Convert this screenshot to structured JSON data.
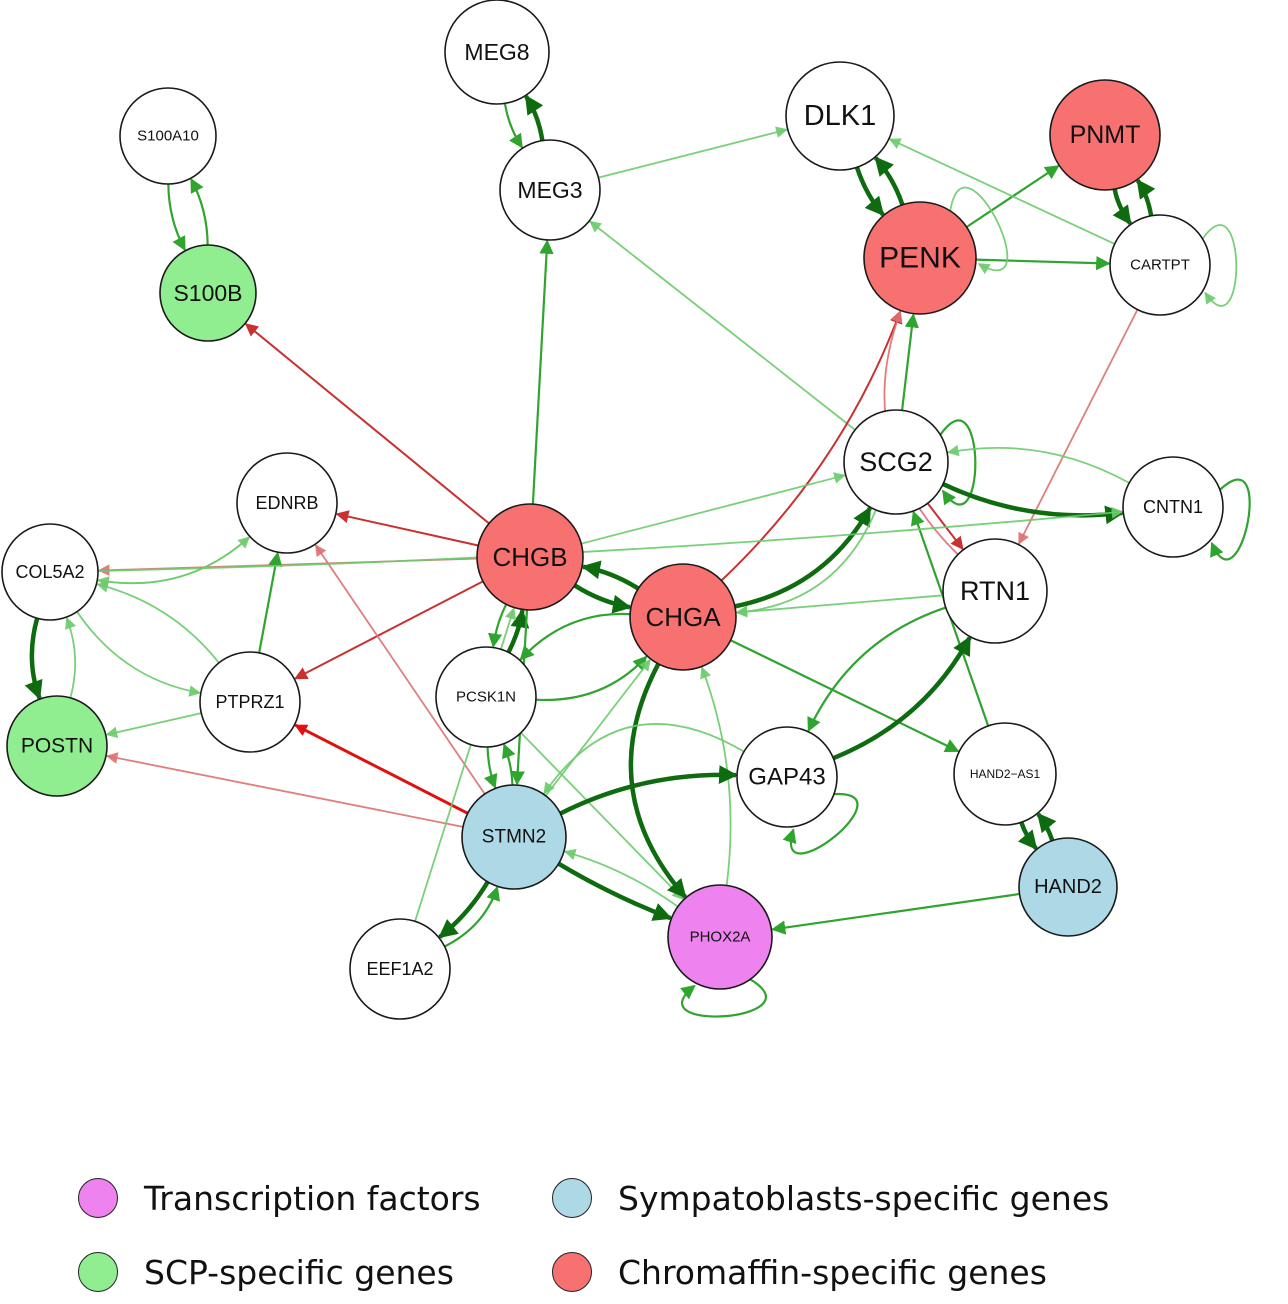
{
  "colors": {
    "transcription_factor": "#EE82EE",
    "sympatoblast": "#ADD8E6",
    "scp": "#90EE90",
    "chromaffin": "#F87171",
    "other": "#FFFFFF",
    "green_strong": "#0F6B0F",
    "green_mid": "#2FA42F",
    "green_light": "#6BCB6B",
    "red_strong": "#E01010",
    "red_mid": "#C93030",
    "red_light": "#DD7070"
  },
  "legend": [
    {
      "key": "transcription_factor",
      "label": "Transcription factors"
    },
    {
      "key": "sympatoblast",
      "label": "Sympatoblasts-specific genes"
    },
    {
      "key": "scp",
      "label": "SCP-specific genes"
    },
    {
      "key": "chromaffin",
      "label": "Chromaffin-specific genes"
    }
  ],
  "nodes": [
    {
      "id": "MEG8",
      "label": "MEG8",
      "group": "other"
    },
    {
      "id": "S100A10",
      "label": "S100A10",
      "group": "other"
    },
    {
      "id": "DLK1",
      "label": "DLK1",
      "group": "other"
    },
    {
      "id": "PNMT",
      "label": "PNMT",
      "group": "chromaffin"
    },
    {
      "id": "MEG3",
      "label": "MEG3",
      "group": "other"
    },
    {
      "id": "S100B",
      "label": "S100B",
      "group": "scp"
    },
    {
      "id": "PENK",
      "label": "PENK",
      "group": "chromaffin"
    },
    {
      "id": "CARTPT",
      "label": "CARTPT",
      "group": "other"
    },
    {
      "id": "SCG2",
      "label": "SCG2",
      "group": "other"
    },
    {
      "id": "EDNRB",
      "label": "EDNRB",
      "group": "other"
    },
    {
      "id": "CNTN1",
      "label": "CNTN1",
      "group": "other"
    },
    {
      "id": "COL5A2",
      "label": "COL5A2",
      "group": "other"
    },
    {
      "id": "CHGB",
      "label": "CHGB",
      "group": "chromaffin"
    },
    {
      "id": "CHGA",
      "label": "CHGA",
      "group": "chromaffin"
    },
    {
      "id": "RTN1",
      "label": "RTN1",
      "group": "other"
    },
    {
      "id": "PCSK1N",
      "label": "PCSK1N",
      "group": "other"
    },
    {
      "id": "PTPRZ1",
      "label": "PTPRZ1",
      "group": "other"
    },
    {
      "id": "POSTN",
      "label": "POSTN",
      "group": "scp"
    },
    {
      "id": "GAP43",
      "label": "GAP43",
      "group": "other"
    },
    {
      "id": "HAND2-AS1",
      "label": "HAND2−AS1",
      "group": "other"
    },
    {
      "id": "STMN2",
      "label": "STMN2",
      "group": "sympatoblast"
    },
    {
      "id": "HAND2",
      "label": "HAND2",
      "group": "sympatoblast"
    },
    {
      "id": "EEF1A2",
      "label": "EEF1A2",
      "group": "other"
    },
    {
      "id": "PHOX2A",
      "label": "PHOX2A",
      "group": "transcription_factor"
    }
  ],
  "edges": [
    {
      "from": "MEG8",
      "to": "MEG3",
      "style": "green_mid"
    },
    {
      "from": "MEG3",
      "to": "MEG8",
      "style": "green_strong"
    },
    {
      "from": "S100A10",
      "to": "S100B",
      "style": "green_mid"
    },
    {
      "from": "S100B",
      "to": "S100A10",
      "style": "green_mid"
    },
    {
      "from": "MEG3",
      "to": "DLK1",
      "style": "green_light"
    },
    {
      "from": "DLK1",
      "to": "PENK",
      "style": "green_strong"
    },
    {
      "from": "PENK",
      "to": "DLK1",
      "style": "green_strong"
    },
    {
      "from": "PENK",
      "to": "PNMT",
      "style": "green_mid"
    },
    {
      "from": "PNMT",
      "to": "CARTPT",
      "style": "green_strong"
    },
    {
      "from": "CARTPT",
      "to": "PNMT",
      "style": "green_strong"
    },
    {
      "from": "CARTPT",
      "to": "DLK1",
      "style": "green_light"
    },
    {
      "from": "PENK",
      "to": "CARTPT",
      "style": "green_mid"
    },
    {
      "from": "PENK",
      "to": "PENK",
      "style": "green_light"
    },
    {
      "from": "CARTPT",
      "to": "CARTPT",
      "style": "green_light"
    },
    {
      "from": "CHGB",
      "to": "MEG3",
      "style": "green_mid"
    },
    {
      "from": "SCG2",
      "to": "MEG3",
      "style": "green_light"
    },
    {
      "from": "SCG2",
      "to": "PENK",
      "style": "green_mid"
    },
    {
      "from": "CHGA",
      "to": "PENK",
      "style": "red_mid"
    },
    {
      "from": "RTN1",
      "to": "PENK",
      "style": "red_light"
    },
    {
      "from": "CARTPT",
      "to": "RTN1",
      "style": "red_light"
    },
    {
      "from": "SCG2",
      "to": "SCG2",
      "style": "green_mid"
    },
    {
      "from": "CNTN1",
      "to": "SCG2",
      "style": "green_light"
    },
    {
      "from": "CNTN1",
      "to": "CNTN1",
      "style": "green_mid"
    },
    {
      "from": "SCG2",
      "to": "CNTN1",
      "style": "green_strong"
    },
    {
      "from": "SCG2",
      "to": "RTN1",
      "style": "red_mid"
    },
    {
      "from": "CHGB",
      "to": "SCG2",
      "style": "green_light"
    },
    {
      "from": "CHGA",
      "to": "SCG2",
      "style": "green_strong"
    },
    {
      "from": "SCG2",
      "to": "CHGA",
      "style": "green_light"
    },
    {
      "from": "HAND2-AS1",
      "to": "SCG2",
      "style": "green_mid"
    },
    {
      "from": "CHGB",
      "to": "S100B",
      "style": "red_mid"
    },
    {
      "from": "CHGB",
      "to": "EDNRB",
      "style": "red_mid"
    },
    {
      "from": "CHGB",
      "to": "COL5A2",
      "style": "red_light"
    },
    {
      "from": "CHGB",
      "to": "PTPRZ1",
      "style": "red_mid"
    },
    {
      "from": "EDNRB",
      "to": "COL5A2",
      "style": "green_light"
    },
    {
      "from": "COL5A2",
      "to": "EDNRB",
      "style": "green_light"
    },
    {
      "from": "PTPRZ1",
      "to": "EDNRB",
      "style": "green_mid"
    },
    {
      "from": "PTPRZ1",
      "to": "COL5A2",
      "style": "green_light"
    },
    {
      "from": "COL5A2",
      "to": "PTPRZ1",
      "style": "green_light"
    },
    {
      "from": "COL5A2",
      "to": "POSTN",
      "style": "green_strong"
    },
    {
      "from": "POSTN",
      "to": "COL5A2",
      "style": "green_light"
    },
    {
      "from": "PTPRZ1",
      "to": "POSTN",
      "style": "green_light"
    },
    {
      "from": "STMN2",
      "to": "POSTN",
      "style": "red_light"
    },
    {
      "from": "STMN2",
      "to": "PTPRZ1",
      "style": "red_strong"
    },
    {
      "from": "STMN2",
      "to": "EDNRB",
      "style": "red_light"
    },
    {
      "from": "CHGA",
      "to": "CHGB",
      "style": "green_strong"
    },
    {
      "from": "CHGB",
      "to": "CHGA",
      "style": "green_strong"
    },
    {
      "from": "CHGB",
      "to": "PCSK1N",
      "style": "green_mid"
    },
    {
      "from": "PCSK1N",
      "to": "CHGB",
      "style": "green_strong"
    },
    {
      "from": "CHGA",
      "to": "PCSK1N",
      "style": "green_mid"
    },
    {
      "from": "PCSK1N",
      "to": "CHGA",
      "style": "green_mid"
    },
    {
      "from": "CHGB",
      "to": "STMN2",
      "style": "green_mid"
    },
    {
      "from": "STMN2",
      "to": "CHGA",
      "style": "green_light"
    },
    {
      "from": "PCSK1N",
      "to": "STMN2",
      "style": "green_mid"
    },
    {
      "from": "STMN2",
      "to": "PCSK1N",
      "style": "green_mid"
    },
    {
      "from": "PCSK1N",
      "to": "PHOX2A",
      "style": "green_light"
    },
    {
      "from": "CHGA",
      "to": "PHOX2A",
      "style": "green_strong"
    },
    {
      "from": "PHOX2A",
      "to": "CHGA",
      "style": "green_light"
    },
    {
      "from": "CHGA",
      "to": "HAND2-AS1",
      "style": "green_mid"
    },
    {
      "from": "RTN1",
      "to": "CHGA",
      "style": "green_light"
    },
    {
      "from": "RTN1",
      "to": "GAP43",
      "style": "green_mid"
    },
    {
      "from": "GAP43",
      "to": "RTN1",
      "style": "green_strong"
    },
    {
      "from": "STMN2",
      "to": "GAP43",
      "style": "green_strong"
    },
    {
      "from": "GAP43",
      "to": "STMN2",
      "style": "green_light"
    },
    {
      "from": "GAP43",
      "to": "GAP43",
      "style": "green_mid"
    },
    {
      "from": "PHOX2A",
      "to": "STMN2",
      "style": "green_light"
    },
    {
      "from": "STMN2",
      "to": "PHOX2A",
      "style": "green_strong"
    },
    {
      "from": "STMN2",
      "to": "EEF1A2",
      "style": "green_strong"
    },
    {
      "from": "EEF1A2",
      "to": "STMN2",
      "style": "green_mid"
    },
    {
      "from": "EEF1A2",
      "to": "CHGB",
      "style": "green_light"
    },
    {
      "from": "HAND2-AS1",
      "to": "HAND2",
      "style": "green_strong"
    },
    {
      "from": "HAND2",
      "to": "HAND2-AS1",
      "style": "green_strong"
    },
    {
      "from": "HAND2",
      "to": "PHOX2A",
      "style": "green_mid"
    },
    {
      "from": "PHOX2A",
      "to": "PHOX2A",
      "style": "green_mid"
    },
    {
      "from": "COL5A2",
      "to": "CNTN1",
      "style": "green_light"
    }
  ]
}
